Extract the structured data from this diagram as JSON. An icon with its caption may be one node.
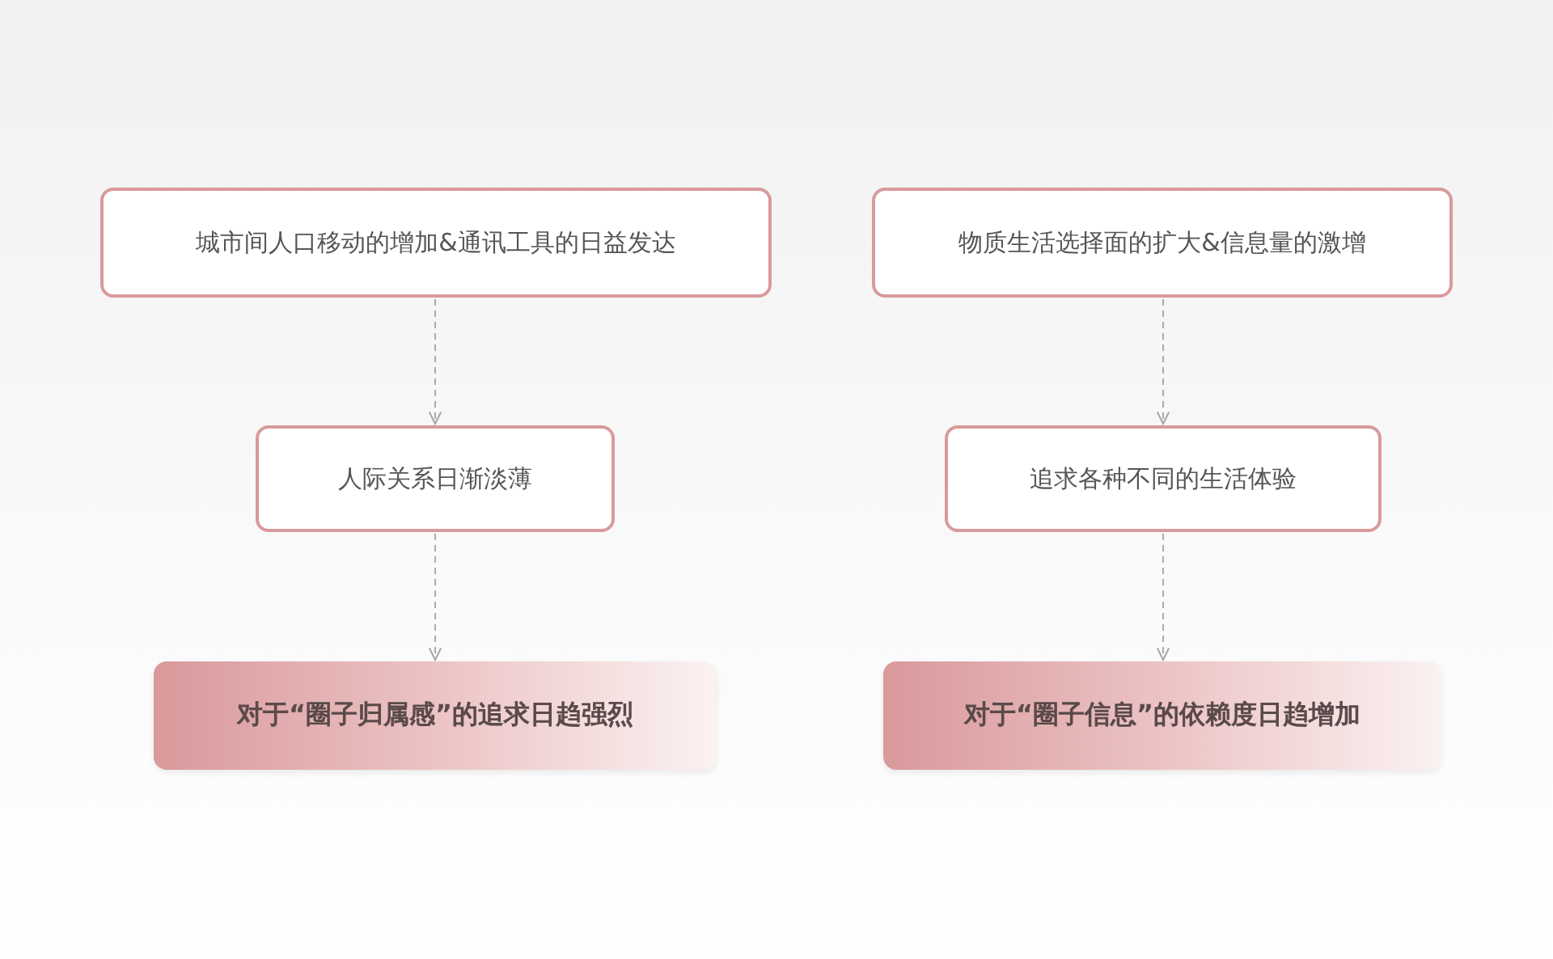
{
  "diagram": {
    "nodes": [
      {
        "text": [
          "城市间人口移动的增加&通讯工具的日益发达"
        ]
      },
      {
        "text": [
          "物质生活选择面的扩大&信息量的激增"
        ]
      },
      {
        "text": [
          "人际关系日渐淡薄"
        ]
      },
      {
        "text": [
          "追求各种不同的生活体验"
        ]
      },
      {
        "text": [
          "对于“圈子归属感”的追求日趋强烈"
        ]
      },
      {
        "text": [
          "对于“圈子信息”的依赖度日趋增加"
        ]
      }
    ],
    "edges": [
      {
        "from": 0,
        "to": 2,
        "arrow": "to",
        "style": "dashed"
      },
      {
        "from": 2,
        "to": 4,
        "arrow": "to",
        "style": "dashed"
      },
      {
        "from": 1,
        "to": 3,
        "arrow": "to",
        "style": "dashed"
      },
      {
        "from": 3,
        "to": 5,
        "arrow": "to",
        "style": "dashed"
      }
    ]
  }
}
